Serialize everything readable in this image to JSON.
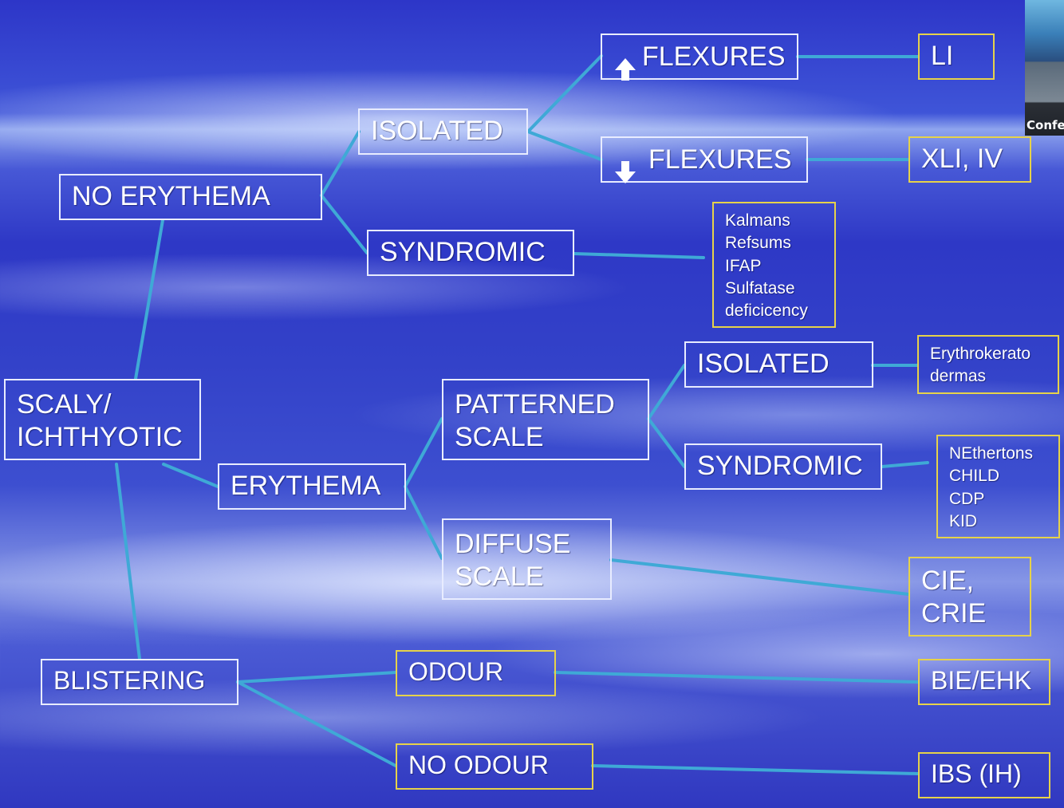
{
  "colors": {
    "line": "#3fa9d6",
    "white_border": "#e8ecff",
    "yellow_border": "#e6d24a",
    "text": "#ffffff"
  },
  "nodes": {
    "no_erythema": "NO ERYTHEMA",
    "isolated_top": "ISOLATED",
    "syndromic_top": "SYNDROMIC",
    "up_flexures": "FLEXURES",
    "up_flexures_icon": "arrow-up-icon",
    "down_flexures": "FLEXURES",
    "down_flexures_icon": "arrow-down-icon",
    "li": "LI",
    "xli_iv": "XLI, IV",
    "syndromic_list": "Kalmans\nRefsums\nIFAP\nSulfatase\ndeficicency",
    "scaly": "SCALY/\nICHTHYOTIC",
    "erythema": "ERYTHEMA",
    "patterned_scale": "PATTERNED\nSCALE",
    "diffuse_scale": "DIFFUSE\nSCALE",
    "isolated_mid": "ISOLATED",
    "syndromic_mid": "SYNDROMIC",
    "erythrokerato": "Erythrokerato\ndermas",
    "netherton_list": "NEthertons\nCHILD\nCDP\nKID",
    "cie_crie": "CIE,\nCRIE",
    "blistering": "BLISTERING",
    "odour": "ODOUR",
    "no_odour": "NO ODOUR",
    "bie_ehk": "BIE/EHK",
    "ibs_ih": "IBS  (IH)"
  },
  "video_thumbnail": {
    "label": "Confe"
  }
}
